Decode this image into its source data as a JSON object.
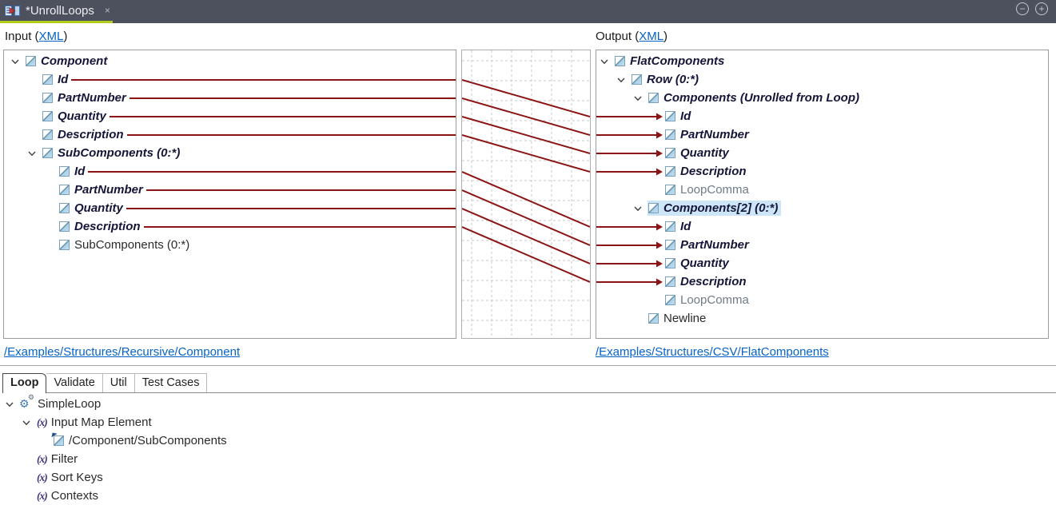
{
  "window": {
    "tab_title": "*UnrollLoops",
    "close_label": "×",
    "zoom_out_label": "−",
    "zoom_in_label": "+"
  },
  "headers": {
    "input_prefix": "Input (",
    "input_link": "XML",
    "input_suffix": ")",
    "output_prefix": "Output (",
    "output_link": "XML",
    "output_suffix": ")"
  },
  "colors": {
    "titlebar_bg": "#4c515d",
    "active_tab_underline": "#b4ca1f",
    "mapping_line": "#8b1414",
    "grid_line": "#c8c8c8",
    "link_blue": "#0663c7",
    "selection_bg": "#cde6f7"
  },
  "input_tree": {
    "path_link": "/Examples/Structures/Recursive/Component",
    "nodes": [
      {
        "id": "in-component",
        "label": "Component",
        "level": 0,
        "chevron": true,
        "style": "bold"
      },
      {
        "id": "in-id",
        "label": "Id",
        "level": 1,
        "chevron": false,
        "style": "bold"
      },
      {
        "id": "in-partnumber",
        "label": "PartNumber",
        "level": 1,
        "chevron": false,
        "style": "bold"
      },
      {
        "id": "in-quantity",
        "label": "Quantity",
        "level": 1,
        "chevron": false,
        "style": "bold"
      },
      {
        "id": "in-description",
        "label": "Description",
        "level": 1,
        "chevron": false,
        "style": "bold"
      },
      {
        "id": "in-subcomponents",
        "label": "SubComponents (0:*)",
        "level": 1,
        "chevron": true,
        "style": "bold"
      },
      {
        "id": "in-sub-id",
        "label": "Id",
        "level": 2,
        "chevron": false,
        "style": "bold"
      },
      {
        "id": "in-sub-partnumber",
        "label": "PartNumber",
        "level": 2,
        "chevron": false,
        "style": "bold"
      },
      {
        "id": "in-sub-quantity",
        "label": "Quantity",
        "level": 2,
        "chevron": false,
        "style": "bold"
      },
      {
        "id": "in-sub-description",
        "label": "Description",
        "level": 2,
        "chevron": false,
        "style": "bold"
      },
      {
        "id": "in-sub-subcomponents",
        "label": "SubComponents (0:*)",
        "level": 2,
        "chevron": false,
        "style": "normal"
      }
    ]
  },
  "output_tree": {
    "path_link": "/Examples/Structures/CSV/FlatComponents",
    "nodes": [
      {
        "id": "out-flatcomponents",
        "label": "FlatComponents",
        "level": 0,
        "chevron": true,
        "style": "bold"
      },
      {
        "id": "out-row",
        "label": "Row (0:*)",
        "level": 1,
        "chevron": true,
        "style": "bold"
      },
      {
        "id": "out-components1",
        "label": "Components (Unrolled from Loop)",
        "level": 2,
        "chevron": true,
        "style": "bold"
      },
      {
        "id": "out-c1-id",
        "label": "Id",
        "level": 3,
        "chevron": false,
        "style": "bold"
      },
      {
        "id": "out-c1-partnumber",
        "label": "PartNumber",
        "level": 3,
        "chevron": false,
        "style": "bold"
      },
      {
        "id": "out-c1-quantity",
        "label": "Quantity",
        "level": 3,
        "chevron": false,
        "style": "bold"
      },
      {
        "id": "out-c1-description",
        "label": "Description",
        "level": 3,
        "chevron": false,
        "style": "bold"
      },
      {
        "id": "out-c1-loopcomma",
        "label": "LoopComma",
        "level": 3,
        "chevron": false,
        "style": "muted"
      },
      {
        "id": "out-components2",
        "label": "Components[2] (0:*)",
        "level": 2,
        "chevron": true,
        "style": "bold",
        "selected": true
      },
      {
        "id": "out-c2-id",
        "label": "Id",
        "level": 3,
        "chevron": false,
        "style": "bold"
      },
      {
        "id": "out-c2-partnumber",
        "label": "PartNumber",
        "level": 3,
        "chevron": false,
        "style": "bold"
      },
      {
        "id": "out-c2-quantity",
        "label": "Quantity",
        "level": 3,
        "chevron": false,
        "style": "bold"
      },
      {
        "id": "out-c2-description",
        "label": "Description",
        "level": 3,
        "chevron": false,
        "style": "bold"
      },
      {
        "id": "out-c2-loopcomma",
        "label": "LoopComma",
        "level": 3,
        "chevron": false,
        "style": "muted"
      },
      {
        "id": "out-newline",
        "label": "Newline",
        "level": 2,
        "chevron": false,
        "style": "normal"
      }
    ]
  },
  "mappings": [
    {
      "from": "in-id",
      "to": "out-c1-id"
    },
    {
      "from": "in-partnumber",
      "to": "out-c1-partnumber"
    },
    {
      "from": "in-quantity",
      "to": "out-c1-quantity"
    },
    {
      "from": "in-description",
      "to": "out-c1-description"
    },
    {
      "from": "in-sub-id",
      "to": "out-c2-id"
    },
    {
      "from": "in-sub-partnumber",
      "to": "out-c2-partnumber"
    },
    {
      "from": "in-sub-quantity",
      "to": "out-c2-quantity"
    },
    {
      "from": "in-sub-description",
      "to": "out-c2-description"
    }
  ],
  "bottom": {
    "tabs": [
      {
        "label": "Loop",
        "active": true
      },
      {
        "label": "Validate",
        "active": false
      },
      {
        "label": "Util",
        "active": false
      },
      {
        "label": "Test Cases",
        "active": false
      }
    ],
    "tree": [
      {
        "id": "loop-simpleloop",
        "label": "SimpleLoop",
        "level": 0,
        "chevron": true,
        "icon": "gears",
        "style": "normal"
      },
      {
        "id": "loop-input-map-el",
        "label": "Input Map Element",
        "level": 1,
        "chevron": true,
        "icon": "fx",
        "style": "normal"
      },
      {
        "id": "loop-map-path",
        "label": "/Component/SubComponents",
        "level": 2,
        "chevron": false,
        "icon": "element-ref",
        "style": "normal"
      },
      {
        "id": "loop-filter",
        "label": "Filter",
        "level": 1,
        "chevron": false,
        "icon": "fx",
        "style": "normal"
      },
      {
        "id": "loop-sort-keys",
        "label": "Sort Keys",
        "level": 1,
        "chevron": false,
        "icon": "fx",
        "style": "normal"
      },
      {
        "id": "loop-contexts",
        "label": "Contexts",
        "level": 1,
        "chevron": false,
        "icon": "fx",
        "style": "normal"
      }
    ]
  }
}
